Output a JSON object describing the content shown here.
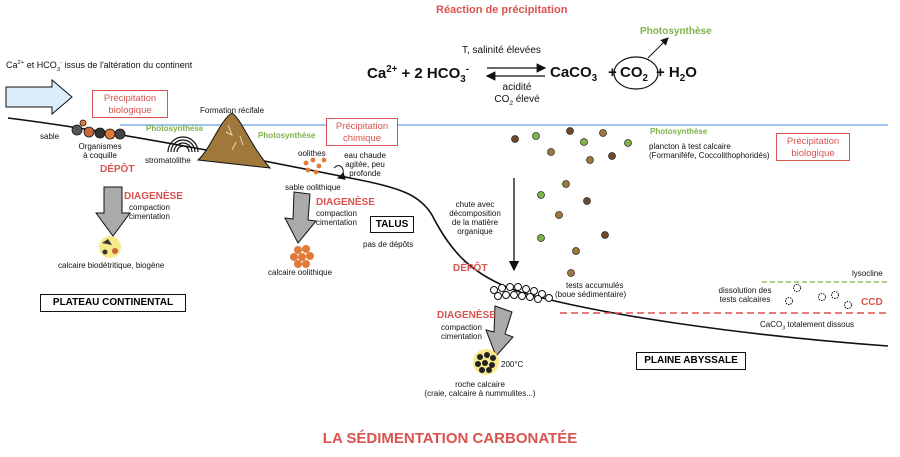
{
  "title": "LA SÉDIMENTATION CARBONATÉE",
  "reaction": {
    "heading": "Réaction de précipitation",
    "photosynthese": "Photosynthèse",
    "left": "Ca2+ + 2 HCO3-",
    "condition_top": "T, salinité élevées",
    "condition_bottom": [
      "acidité",
      "CO2 élevé"
    ],
    "product1": "CaCO3",
    "plus": "+",
    "co2": "CO2",
    "product3": "+ H2O"
  },
  "labels": {
    "source": "Ca2+ et HCO3- issus de l'altération du continent",
    "sable": "sable",
    "organismes": [
      "Organismes",
      "à coquille"
    ],
    "stromatolithe": "stromatolithe",
    "formation_recifale": "Formation récifale",
    "photosynthese_1": "Photosynthèse",
    "photosynthese_2": "Photosynthèse",
    "photosynthese_3": "Photosynthèse",
    "precip_bio_left": [
      "Précipitation",
      "biologique"
    ],
    "precip_chimique": [
      "Précipitation",
      "chimique"
    ],
    "precip_bio_right": [
      "Précipitation",
      "biologique"
    ],
    "oolithes": "oolithes",
    "eau_chaude": [
      "eau chaude",
      "agitée, peu",
      "profonde"
    ],
    "sable_oolithique": "sable oolithique",
    "depot_1": "DÉPÔT",
    "depot_2": "DÉPÔT",
    "diagenese_1": "DIAGENÈSE",
    "diagenese_2": "DIAGENÈSE",
    "diagenese_3": "DIAGENÈSE",
    "compaction": [
      "compaction",
      "cimentation"
    ],
    "calcaire_bio": "calcaire biodétritique, biogène",
    "calcaire_ool": "calcaire oolithique",
    "talus": "TALUS",
    "pas_depots": "pas de dépôts",
    "chute": [
      "chute avec",
      "décomposition",
      "de la matière",
      "organique"
    ],
    "plancton": [
      "plancton à test calcaire",
      "(Formaniféfe, Coccolithophoridés)"
    ],
    "tests": [
      "tests accumulés",
      "(boue sédimentaire)"
    ],
    "lysocline": "lysocline",
    "dissolution": [
      "dissolution des",
      "tests calcaires"
    ],
    "ccd": "CCD",
    "caco3_dissous": "CaCO3 totalement dissous",
    "temp": "200°C",
    "roche": [
      "roche calcaire",
      "(craie, calcaire à nummulites...)"
    ],
    "plateau": "PLATEAU CONTINENTAL",
    "plaine": "PLAINE ABYSSALE"
  },
  "colors": {
    "accent_red": "#d9534f",
    "photosynthese_green": "#7fb24a",
    "sea_line": "#3b8bd8",
    "sediment_orange": "#e07b39",
    "reef_brown": "#a0783c",
    "arrow_grey": "#aaaaaa",
    "arrow_blue": "#dcecf8",
    "lysocline_green": "#7fb24a",
    "ccd_red": "#d9534f"
  }
}
